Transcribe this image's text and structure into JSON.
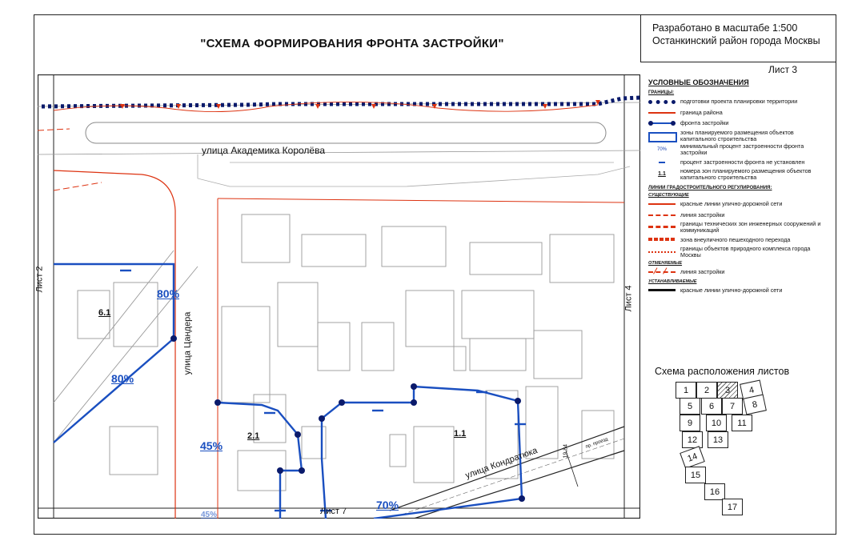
{
  "title": "\"СХЕМА ФОРМИРОВАНИЯ ФРОНТА ЗАСТРОЙКИ\"",
  "info": {
    "line1": "Разработано в масштабе 1:500",
    "line2": "Останкинский район города Москвы"
  },
  "sheet_label": "Лист 3",
  "map": {
    "streets": {
      "korolev": "улица Академика Королёва",
      "zander": "улица Цандера",
      "kondratyuk": "улица Кондратюка",
      "passage": "пр. проезд",
      "width_mark": "19,84"
    },
    "edge_sheets": {
      "left": "Лист 2",
      "right": "Лист 4",
      "bottom": "Лист 7"
    },
    "percentages": {
      "p80a": "80%",
      "p80b": "80%",
      "p45": "45%",
      "p70": "70%",
      "p45b": "45%"
    },
    "zones": {
      "z61": "6.1",
      "z21": "2.1",
      "z11": "1.1"
    }
  },
  "legend": {
    "title": "УСЛОВНЫЕ ОБОЗНАЧЕНИЯ",
    "section_bounds": "ГРАНИЦЫ:",
    "items_bounds": [
      "подготовки проекта планировки территории",
      "граница района",
      "фронта застройки",
      "зоны планируемого размещения объектов капитального строительства",
      "минимальный процент застроенности фронта застройки",
      "процент застроенности фронта не установлен",
      "номера зон планируемого размещения объектов капитального строительства"
    ],
    "pct_sample": "70%",
    "num_sample": "1.1",
    "section_lines": "ЛИНИИ ГРАДОСТРОИТЕЛЬНОГО РЕГУЛИРОВАНИЯ:",
    "sub_existing": "СУЩЕСТВУЮЩИЕ",
    "items_existing": [
      "красные линии улично-дорожной сети",
      "линия застройки",
      "границы технических зон инженерных сооружений и коммуникаций",
      "зона внеуличного пешеходного перехода",
      "границы объектов природного комплекса города Москвы"
    ],
    "sub_cancelled": "ОТМЕНЯЕМЫЕ",
    "items_cancelled": [
      "линия застройки"
    ],
    "sub_established": "УСТАНАВЛИВАЕМЫЕ",
    "items_established": [
      "красные линии улично-дорожной сети"
    ]
  },
  "sheet_index": {
    "title": "Схема расположения листов",
    "cells": [
      "1",
      "2",
      "3",
      "4",
      "5",
      "6",
      "7",
      "8",
      "9",
      "10",
      "11",
      "12",
      "13",
      "14",
      "15",
      "16",
      "17"
    ]
  }
}
